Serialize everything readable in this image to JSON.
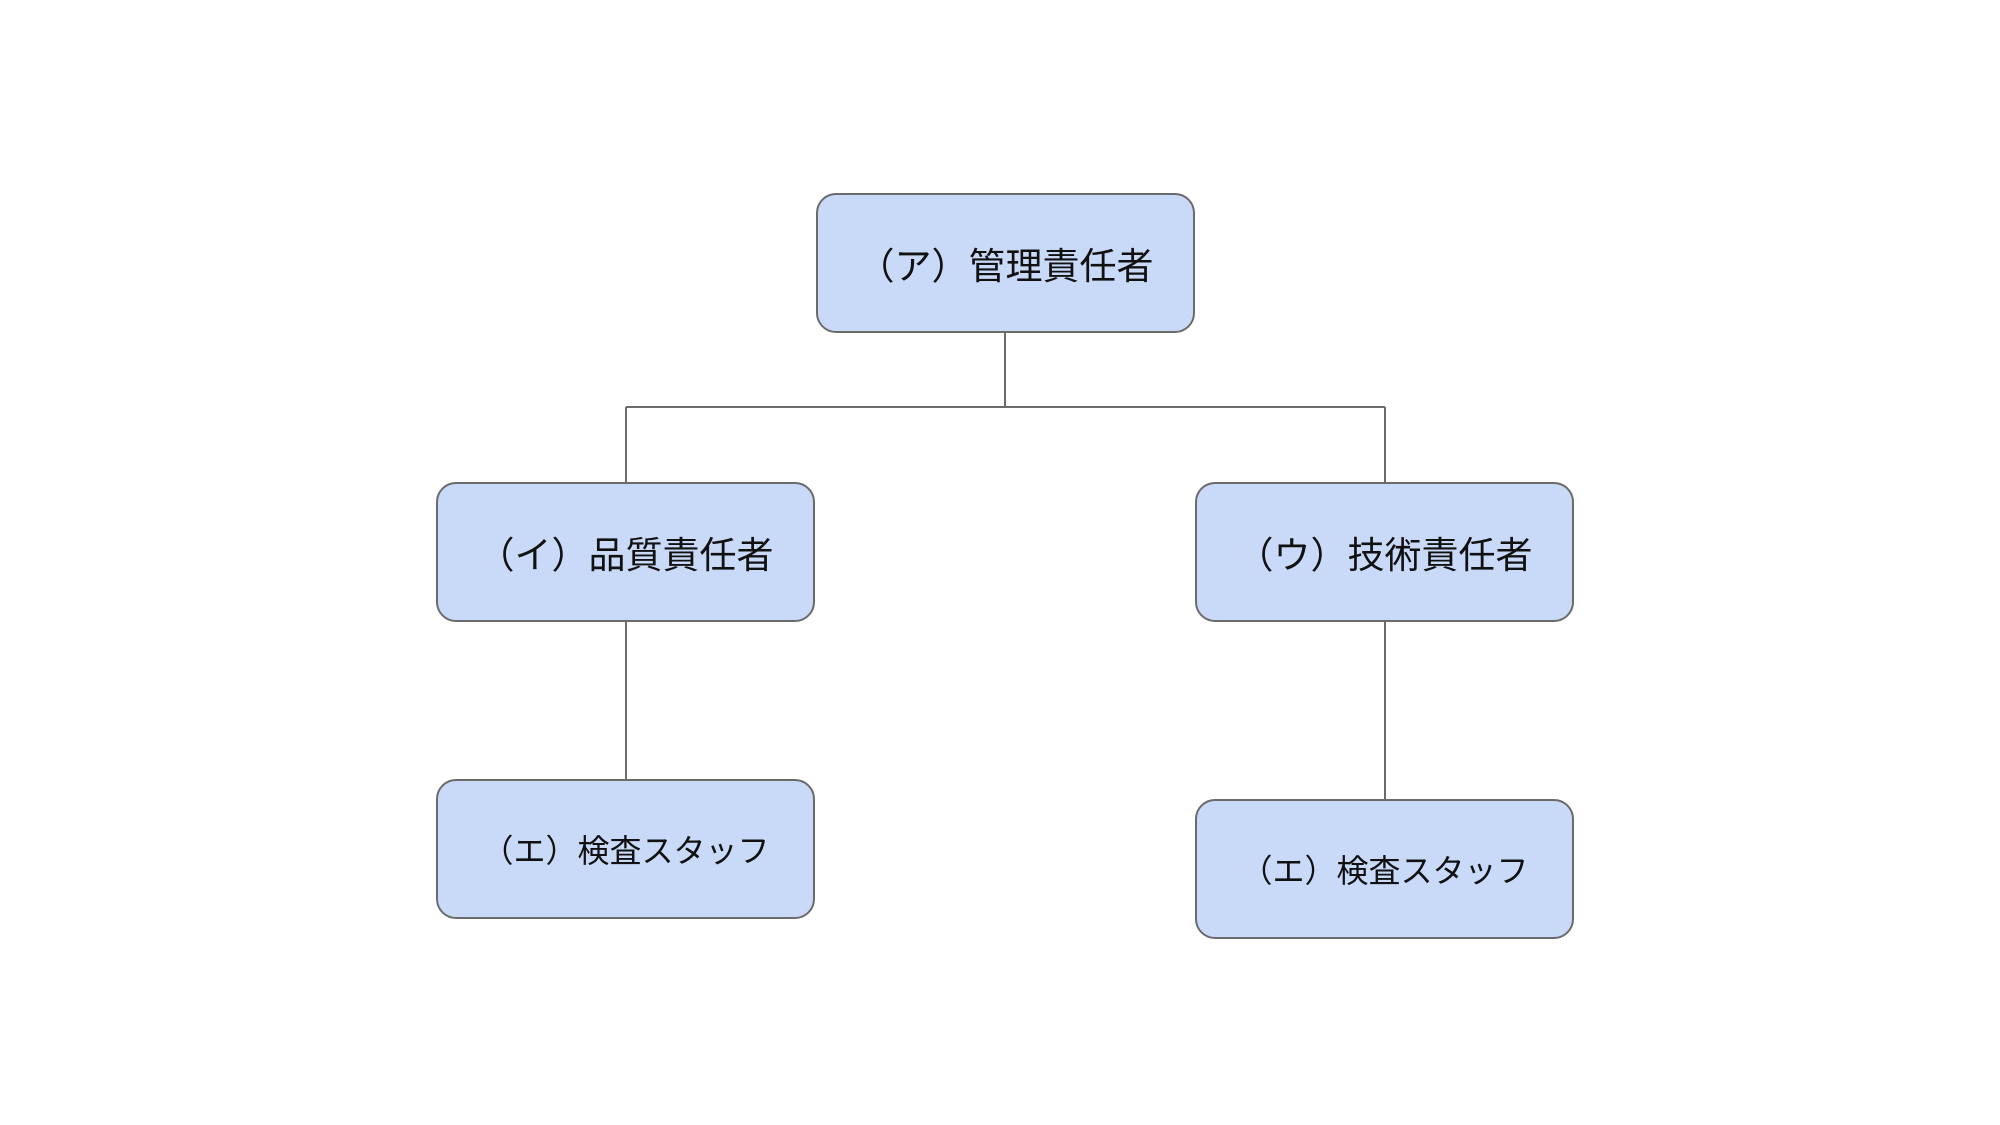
{
  "diagram": {
    "nodes": [
      {
        "id": "a",
        "label": "（ア）管理責任者"
      },
      {
        "id": "i",
        "label": "（イ）品質責任者"
      },
      {
        "id": "u",
        "label": "（ウ）技術責任者"
      },
      {
        "id": "e1",
        "label": "（エ）検査スタッフ"
      },
      {
        "id": "e2",
        "label": "（エ）検査スタッフ"
      }
    ],
    "edges": [
      {
        "from": "a",
        "to": "i"
      },
      {
        "from": "a",
        "to": "u"
      },
      {
        "from": "i",
        "to": "e1"
      },
      {
        "from": "u",
        "to": "e2"
      }
    ],
    "colors": {
      "node_fill": "#c9daf8",
      "node_border": "#6b6b6b",
      "connector": "#6b6b6b",
      "text": "#111111"
    }
  }
}
